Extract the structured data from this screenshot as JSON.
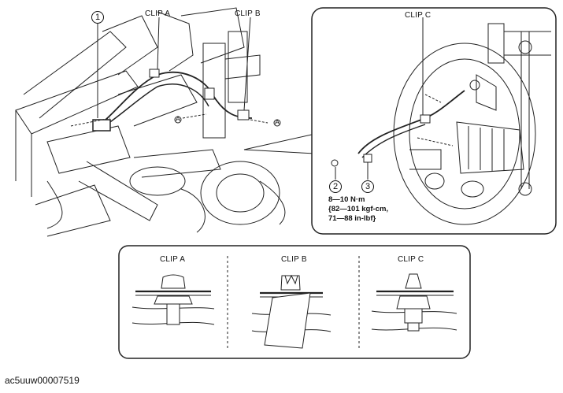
{
  "diagram": {
    "callouts": {
      "clip_a": "CLIP A",
      "clip_b": "CLIP B",
      "clip_c": "CLIP C",
      "item_1": "1",
      "item_2": "2",
      "item_3": "3",
      "arrow_a": "A"
    },
    "torque_spec": {
      "line1": "8—10 N·m",
      "line2": "{82—101 kgf-cm,",
      "line3": "71—88 in-lbf}"
    },
    "detail_panel": {
      "clip_a_label": "CLIP A",
      "clip_b_label": "CLIP B",
      "clip_c_label": "CLIP C"
    },
    "figure_code": "ac5uuw00007519"
  }
}
